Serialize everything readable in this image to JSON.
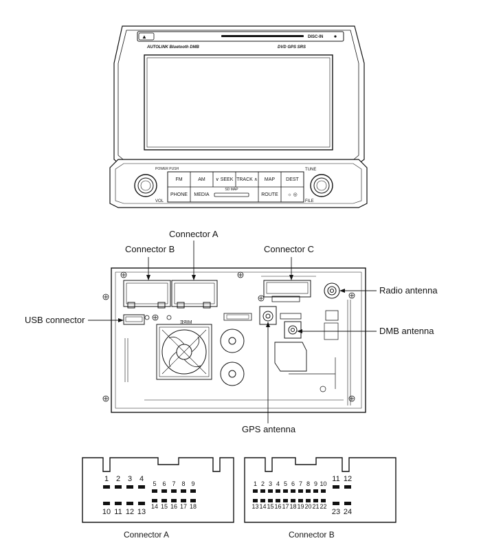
{
  "head_unit": {
    "eject_symbol": "▲",
    "disc_in": "DISC-IN",
    "logos_left": "AUTOLINK  Bluetooth  DMB",
    "logos_right": "DVD  GPS  SRS",
    "knob_left_top": "POWER PUSH",
    "knob_left_bottom": "VOL",
    "knob_right_top": "TUNE",
    "knob_right_bottom": "FILE",
    "buttons_row1": [
      "FM",
      "AM",
      "∨ SEEK",
      "TRACK ∧",
      "MAP",
      "DEST"
    ],
    "buttons_row2": [
      "PHONE",
      "MEDIA",
      "ROUTE",
      "☼ ◎"
    ],
    "map_slot": "SD MAP"
  },
  "rear_panel": {
    "labels": {
      "connector_a": "Connector A",
      "connector_b": "Connector B",
      "connector_c": "Connector C",
      "usb_connector": "USB connector",
      "radio_antenna": "Radio antenna",
      "dmb_antenna": "DMB antenna",
      "gps_antenna": "GPS antenna"
    },
    "fan_text": "MIRE"
  },
  "pinouts": {
    "connector_a": {
      "caption": "Connector A",
      "top_large": [
        "1",
        "2",
        "3",
        "4"
      ],
      "top_small": [
        "5",
        "6",
        "7",
        "8",
        "9"
      ],
      "bottom_large": [
        "10",
        "11",
        "12",
        "13"
      ],
      "bottom_small": [
        "14",
        "15",
        "16",
        "17",
        "18"
      ]
    },
    "connector_b": {
      "caption": "Connector B",
      "top_small": [
        "1",
        "2",
        "3",
        "4",
        "5",
        "6",
        "7",
        "8",
        "9",
        "10"
      ],
      "top_large": [
        "11",
        "12"
      ],
      "bottom_small": [
        "13",
        "14",
        "15",
        "16",
        "17",
        "18",
        "19",
        "20",
        "21",
        "22"
      ],
      "bottom_large": [
        "23",
        "24"
      ]
    }
  }
}
